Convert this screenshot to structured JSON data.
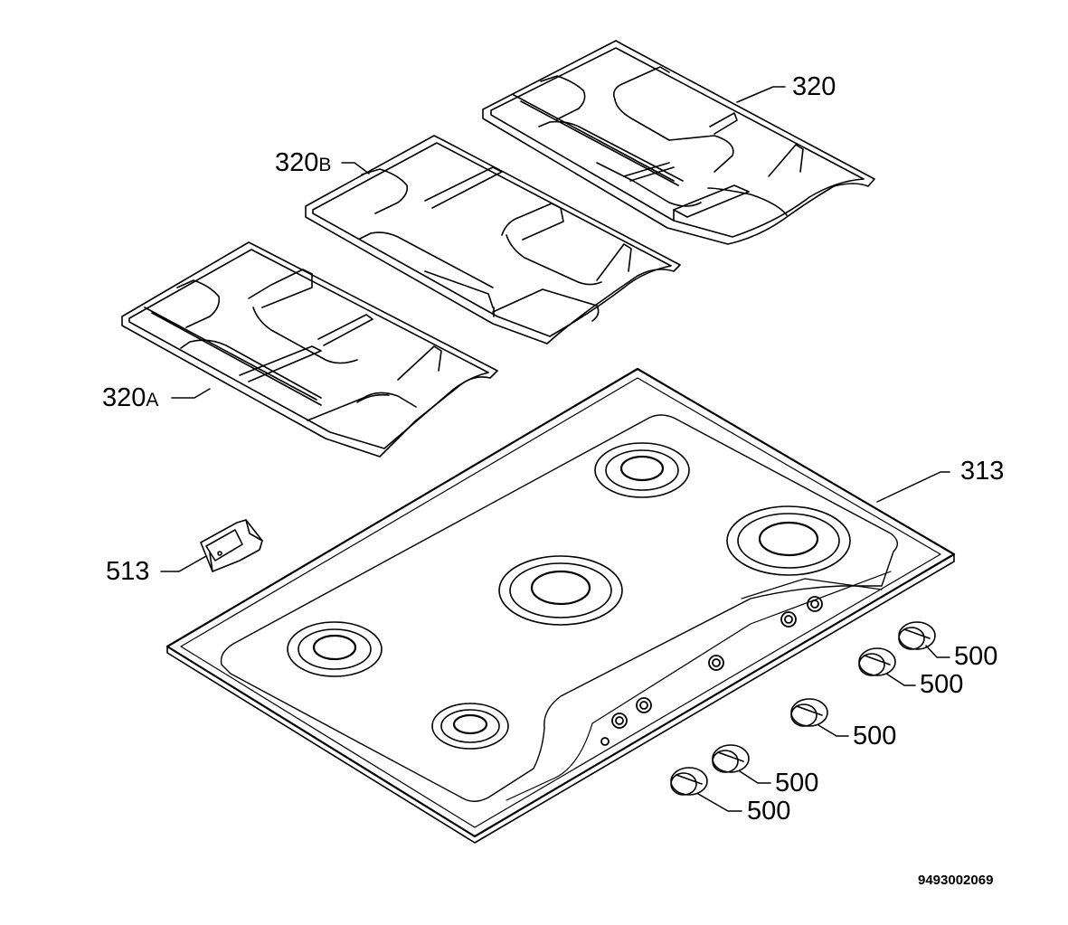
{
  "diagram": {
    "labels": {
      "grid_320": {
        "num": "320",
        "suffix": ""
      },
      "grid_320b": {
        "num": "320",
        "suffix": "B"
      },
      "grid_320a": {
        "num": "320",
        "suffix": "A"
      },
      "hob_top": {
        "num": "313"
      },
      "bracket": {
        "num": "513"
      },
      "knob_1": {
        "num": "500"
      },
      "knob_2": {
        "num": "500"
      },
      "knob_3": {
        "num": "500"
      },
      "knob_4": {
        "num": "500"
      },
      "knob_5": {
        "num": "500"
      }
    },
    "document_number": "9493002069"
  }
}
